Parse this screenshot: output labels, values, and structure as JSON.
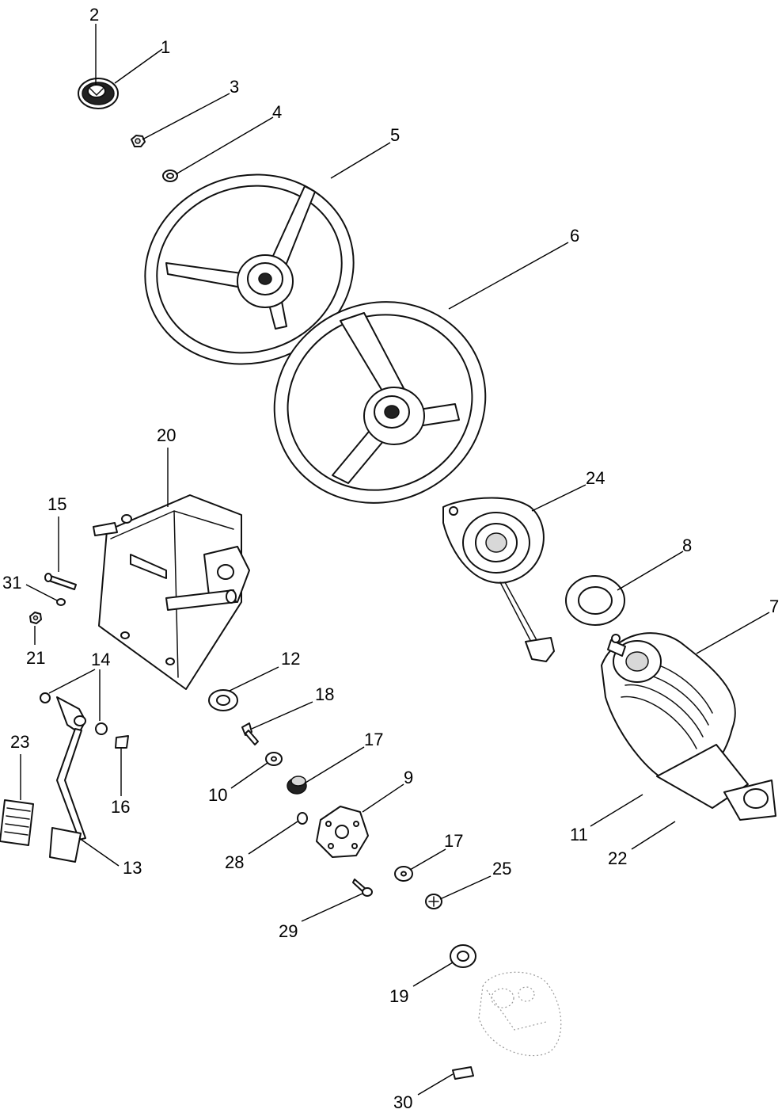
{
  "callouts": [
    {
      "num": "1",
      "part": "horn-cap"
    },
    {
      "num": "2",
      "part": "emblem"
    },
    {
      "num": "3",
      "part": "nut"
    },
    {
      "num": "4",
      "part": "washer"
    },
    {
      "num": "5",
      "part": "steering-wheel"
    },
    {
      "num": "6",
      "part": "steering-wheel-alt"
    },
    {
      "num": "7",
      "part": "steering-column"
    },
    {
      "num": "8",
      "part": "washer-large"
    },
    {
      "num": "9",
      "part": "plate"
    },
    {
      "num": "10",
      "part": "washer"
    },
    {
      "num": "11",
      "part": "nut"
    },
    {
      "num": "12",
      "part": "washer"
    },
    {
      "num": "13",
      "part": "pedal"
    },
    {
      "num": "14",
      "part": "bushing"
    },
    {
      "num": "15",
      "part": "pin"
    },
    {
      "num": "16",
      "part": "clip"
    },
    {
      "num": "17",
      "part": "bushing"
    },
    {
      "num": "17",
      "part": "washer"
    },
    {
      "num": "18",
      "part": "bolt"
    },
    {
      "num": "19",
      "part": "washer"
    },
    {
      "num": "20",
      "part": "bracket"
    },
    {
      "num": "21",
      "part": "nut"
    },
    {
      "num": "22",
      "part": "washer"
    },
    {
      "num": "23",
      "part": "pedal-pad"
    },
    {
      "num": "24",
      "part": "switch"
    },
    {
      "num": "25",
      "part": "screw"
    },
    {
      "num": "28",
      "part": "spacer"
    },
    {
      "num": "29",
      "part": "bolt"
    },
    {
      "num": "30",
      "part": "label"
    },
    {
      "num": "31",
      "part": "washer"
    }
  ]
}
